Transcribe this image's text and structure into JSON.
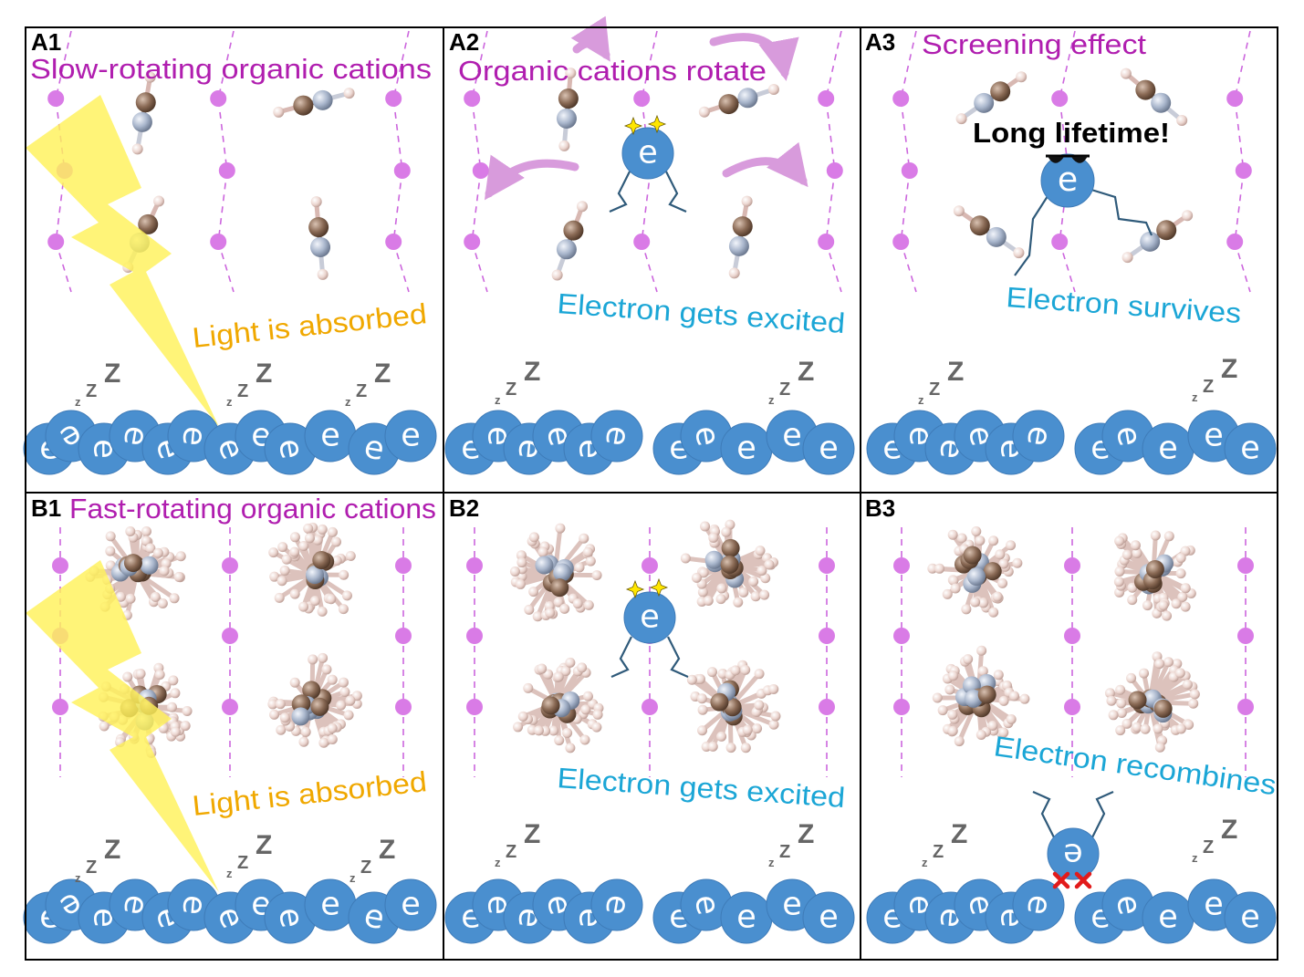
{
  "panels": {
    "a1": {
      "label": "A1",
      "title": "Slow-rotating organic cations",
      "caption": "Light is absorbed"
    },
    "a2": {
      "label": "A2",
      "title": "Organic cations rotate",
      "caption": "Electron gets excited"
    },
    "a3": {
      "label": "A3",
      "title": "Screening effect",
      "caption": "Electron survives",
      "callout": "Long lifetime!"
    },
    "b1": {
      "label": "B1",
      "title": "Fast-rotating organic cations",
      "caption": "Light is absorbed"
    },
    "b2": {
      "label": "B2",
      "caption": "Electron gets excited"
    },
    "b3": {
      "label": "B3",
      "caption": "Electron recombines"
    }
  },
  "glyphs": {
    "electron": "e",
    "sleep_small": "z",
    "sleep_mid": "Z",
    "sleep_big": "Z"
  },
  "colors": {
    "electron": "#4a8fcf",
    "lattice_ion": "#d97be6",
    "lattice_line": "#cc66dd",
    "carbon": "#8a6a55",
    "nitrogen": "#a9b6cc",
    "hydrogen": "#ecd6d0",
    "light": "#fff25a",
    "title_magenta": "#b01eaf",
    "caption_orange": "#f0a800",
    "caption_cyan": "#1ba6d6"
  },
  "icons": [
    "lightning-bolt-icon",
    "sleep-zzz-icon",
    "sunglasses-icon",
    "sparkle-star-icon",
    "rotation-arrow-icon",
    "red-x-icon"
  ]
}
